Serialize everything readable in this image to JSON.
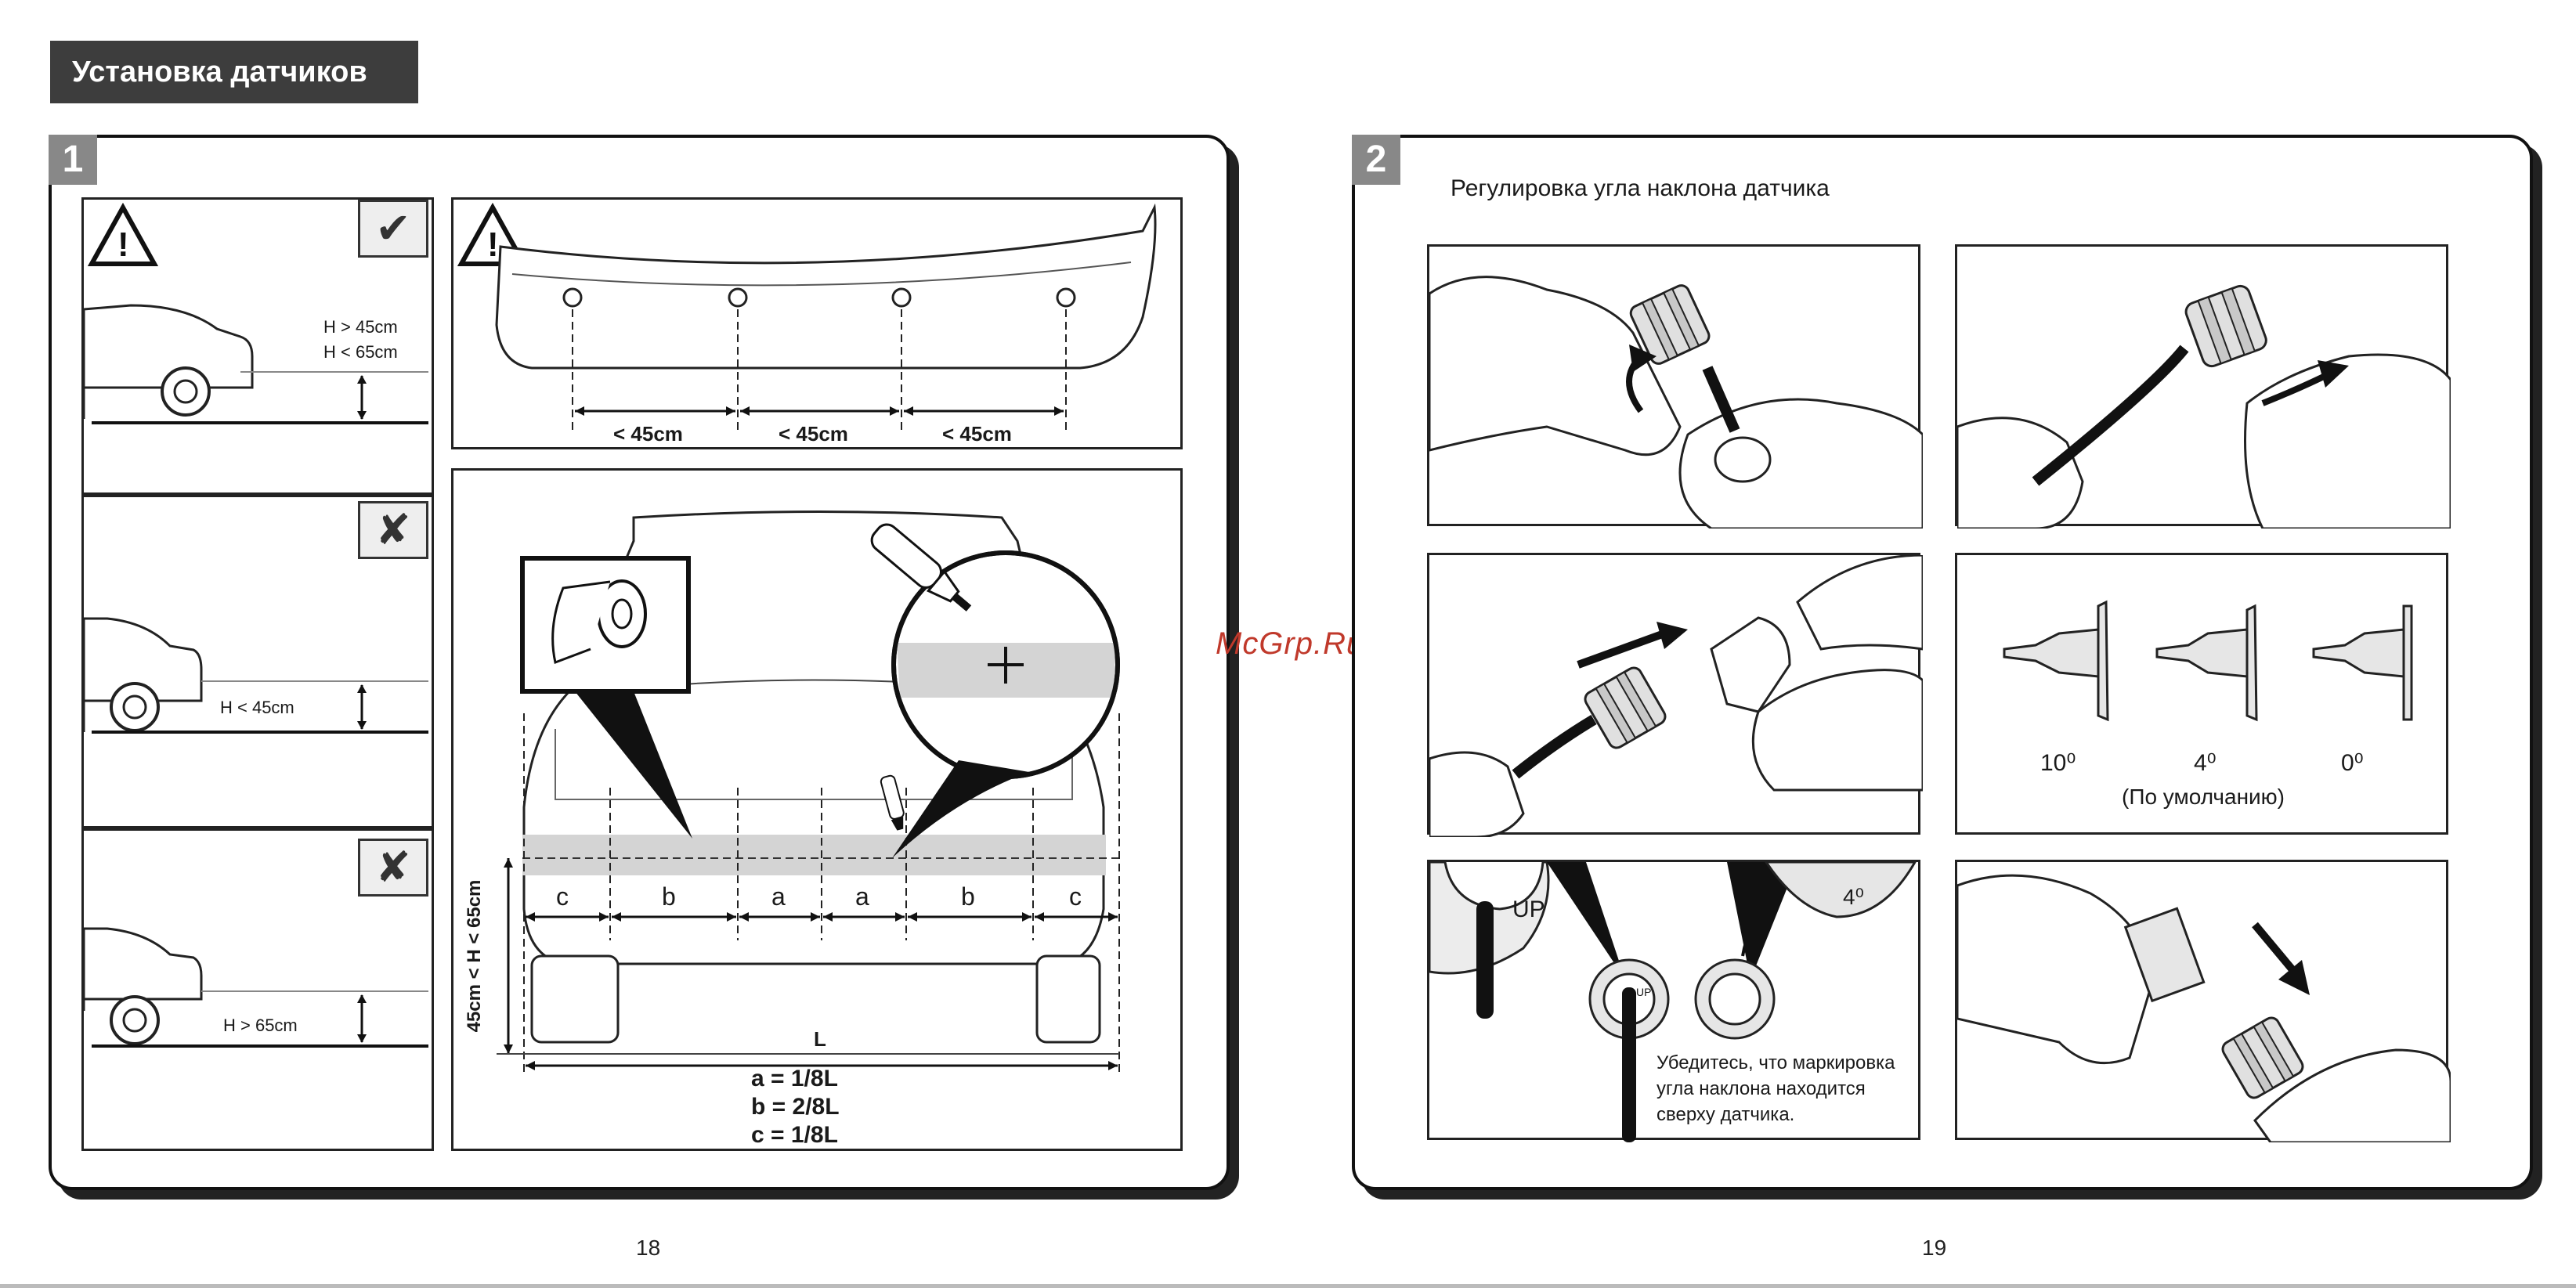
{
  "header": {
    "title": "Установка датчиков"
  },
  "watermark": "McGrp.Ru",
  "panel1": {
    "step": "1",
    "height_ok": {
      "line1": "H > 45cm",
      "line2": "H < 65cm"
    },
    "height_low": "H < 45cm",
    "height_high": "H > 65cm",
    "spacing": [
      "< 45cm",
      "< 45cm",
      "< 45cm"
    ],
    "segments": [
      "c",
      "b",
      "a",
      "a",
      "b",
      "c"
    ],
    "vertical_label": "45cm < H < 65cm",
    "length_label": "L",
    "formulas": [
      "a = 1/8L",
      "b = 2/8L",
      "c = 1/8L"
    ]
  },
  "panel2": {
    "step": "2",
    "title": "Регулировка угла наклона датчика",
    "angles": [
      "10⁰",
      "4⁰",
      "0⁰"
    ],
    "default_note": "(По умолчанию)",
    "up_label": "UP",
    "angle_mark": "4⁰",
    "caption": [
      "Убедитесь, что маркировка",
      "угла наклона находится",
      "сверху датчика."
    ]
  },
  "pages": {
    "left": "18",
    "right": "19"
  }
}
